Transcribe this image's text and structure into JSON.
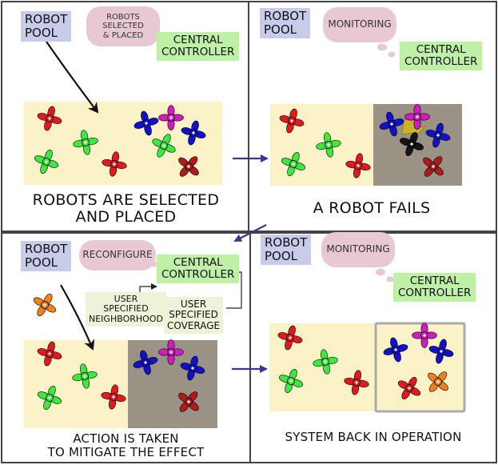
{
  "colors": {
    "frame": "#444444",
    "field_bg": "#fbf2c8",
    "robot_pool_bg": "#c9cbea",
    "controller_bg": "#bff0a8",
    "thought_bg": "#e8c8d2",
    "failed_zone": "#9a9284",
    "arrow": "#3a3590",
    "robot_red": "#e01b1b",
    "robot_green": "#3ee83e",
    "robot_blue": "#1111cc",
    "robot_magenta": "#d21cc0",
    "robot_orange": "#f0821e",
    "robot_dark": "#151515",
    "robot_darkred": "#b01a1a"
  },
  "panels": [
    {
      "robot_pool": "ROBOT\nPOOL",
      "thought": "ROBOTS\nSELECTED\n& PLACED",
      "controller": "CENTRAL\nCONTROLLER",
      "caption": "ROBOTS ARE SELECTED\nAND PLACED"
    },
    {
      "robot_pool": "ROBOT\nPOOL",
      "thought": "MONITORING",
      "controller": "CENTRAL\nCONTROLLER",
      "caption": "A ROBOT FAILS"
    },
    {
      "robot_pool": "ROBOT\nPOOL",
      "thought": "RECONFIGURE",
      "controller": "CENTRAL\nCONTROLLER",
      "note_neighborhood": "USER\nSPECIFIED\nNEIGHBORHOOD",
      "note_coverage": "USER\nSPECIFIED\nCOVERAGE",
      "caption": "ACTION IS TAKEN\nTO MITIGATE THE EFFECT"
    },
    {
      "robot_pool": "ROBOT\nPOOL",
      "thought": "MONITORING",
      "controller": "CENTRAL\nCONTROLLER",
      "caption": "SYSTEM BACK IN OPERATION"
    }
  ]
}
